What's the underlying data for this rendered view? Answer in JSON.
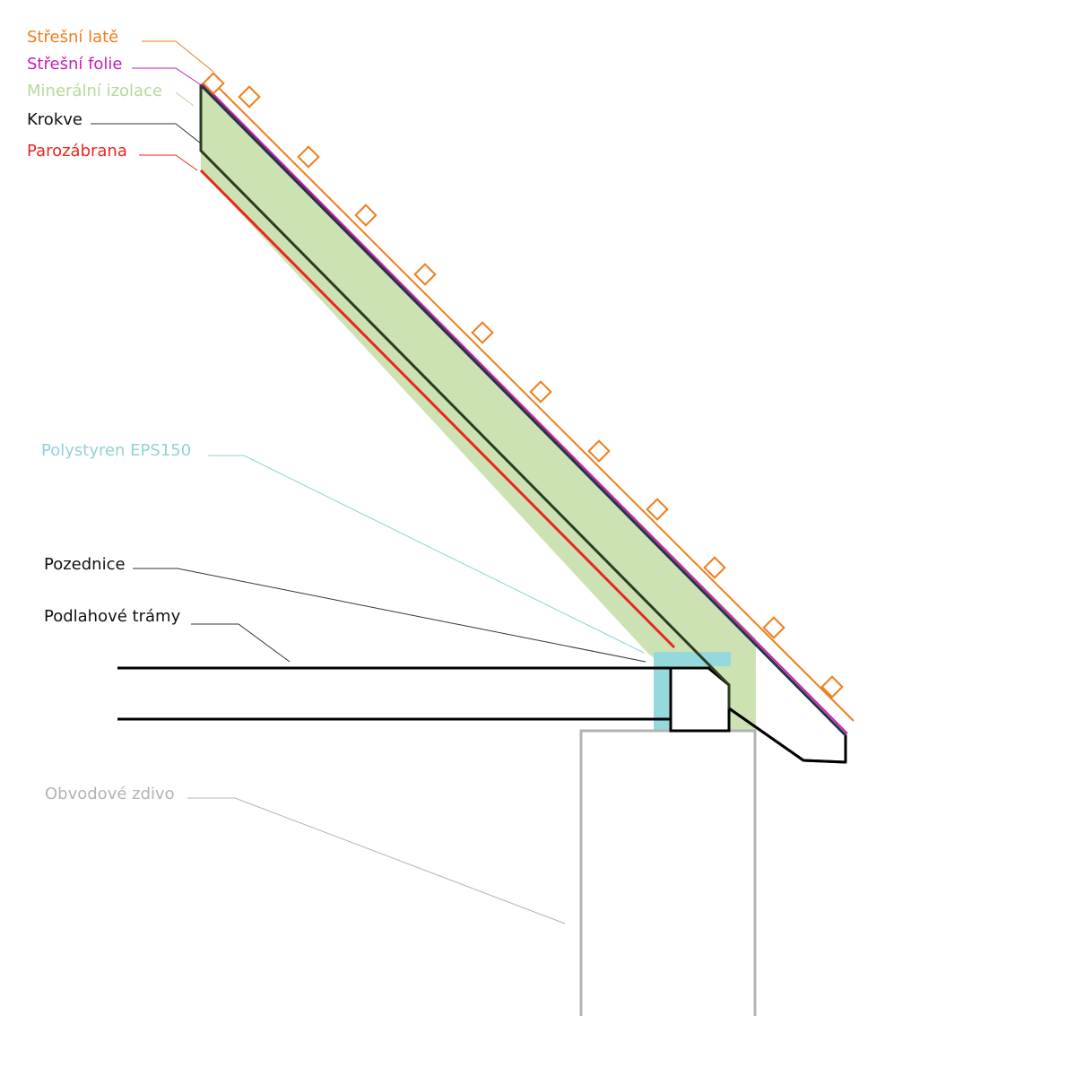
{
  "labels": {
    "stresni_late": {
      "text": "Střešní latě",
      "color": "#f07d1c"
    },
    "stresni_folie": {
      "text": "Střešní folie",
      "color": "#c91fb7"
    },
    "mineralni_izolace": {
      "text": "Minerální izolace",
      "color": "#b5d99c"
    },
    "krokve": {
      "text": "Krokve",
      "color": "#111111"
    },
    "parozabrana": {
      "text": "Parozábrana",
      "color": "#e8261f"
    },
    "polystyren": {
      "text": "Polystyren EPS150",
      "color": "#8fd3d6"
    },
    "pozednice": {
      "text": "Pozednice",
      "color": "#111111"
    },
    "podlahove_tramy": {
      "text": "Podlahové trámy",
      "color": "#111111"
    },
    "obvodove_zdivo": {
      "text": "Obvodové zdivo",
      "color": "#b3b3b3"
    }
  },
  "colors": {
    "insulation_fill": "#cde2b3",
    "eps_fill": "#95d9dc",
    "batten": "#f07d1c",
    "foil": "#c91fb7",
    "vapor_barrier": "#e8261f",
    "rafter": "#2b3d20",
    "structure": "#000000",
    "wall": "#b3b3b3"
  }
}
